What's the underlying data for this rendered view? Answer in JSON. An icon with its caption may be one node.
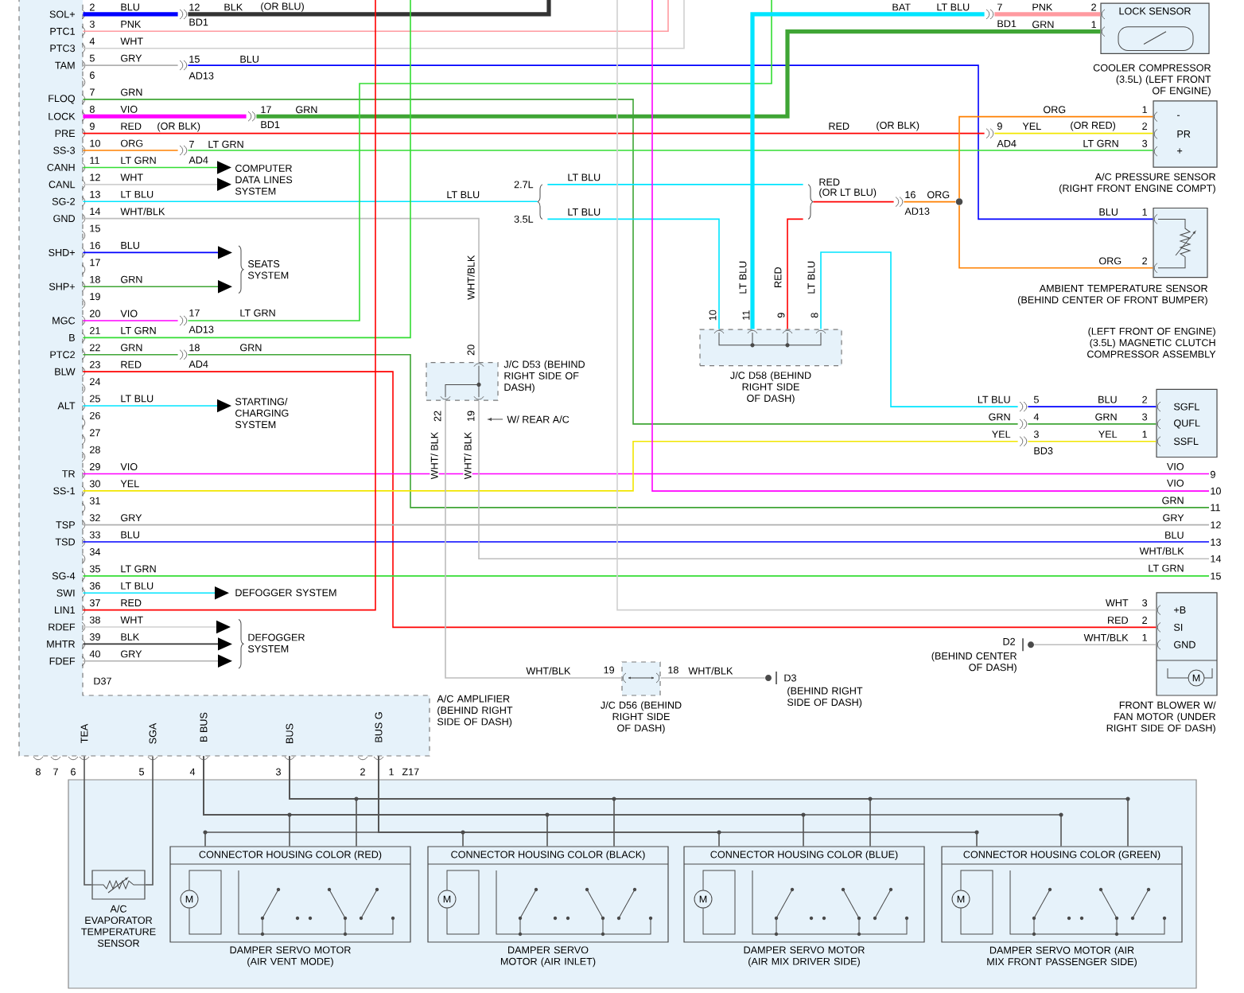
{
  "diagram": {
    "nodes": [
      {
        "text": [
          "A/C AMPLIFIER (BEHIND RIGHT SIDE OF DASH)"
        ]
      },
      {
        "text": [
          "LOCK SENSOR"
        ],
        "beside": [
          "COOLER COMPRESSOR (3.5L) (LEFT FRONT OF ENGINE)"
        ]
      },
      {
        "text": [
          "-",
          "PR",
          "+"
        ],
        "beside": [
          "A/C PRESSURE SENSOR (RIGHT FRONT ENGINE COMPT)"
        ]
      },
      {
        "text": [],
        "shape": "box",
        "beside": [
          "AMBIENT TEMPERATURE SENSOR (BEHIND CENTER OF FRONT BUMPER)"
        ]
      },
      {
        "text": [],
        "shape": "box",
        "beside": [
          "J/C D58 (BEHIND RIGHT SIDE OF DASH)"
        ]
      },
      {
        "text": [
          "SGFL",
          "QUFL",
          "SSFL"
        ],
        "beside": [
          "(LEFT FRONT OF ENGINE) (3.5L) MAGNETIC CLUTCH COMPRESSOR ASSEMBLY"
        ]
      },
      {
        "text": [],
        "shape": "box",
        "beside": [
          "J/C D53 (BEHIND RIGHT SIDE OF DASH)"
        ]
      },
      {
        "text": [],
        "shape": "box",
        "beside": [
          "J/C D56 (BEHIND RIGHT SIDE OF DASH)"
        ]
      },
      {
        "text": [
          "D2"
        ],
        "beside": [
          "(BEHIND CENTER OF DASH)"
        ]
      },
      {
        "text": [
          "D3"
        ],
        "beside": [
          "(BEHIND RIGHT SIDE OF DASH)"
        ]
      },
      {
        "text": [
          "+B",
          "SI",
          "GND",
          "M"
        ],
        "beside": [
          "FRONT BLOWER W/ FAN MOTOR (UNDER RIGHT SIDE OF DASH)"
        ]
      },
      {
        "text": [
          "COMPUTER DATA LINES SYSTEM"
        ]
      },
      {
        "text": [
          "SEATS SYSTEM"
        ]
      },
      {
        "text": [
          "STARTING/ CHARGING SYSTEM"
        ]
      },
      {
        "text": [
          "DEFOGGER SYSTEM"
        ]
      },
      {
        "text": [
          "DEFOGGER SYSTEM"
        ]
      },
      {
        "text": [],
        "shape": "box"
      },
      {
        "text": [],
        "shape": "box",
        "in": 16,
        "beside": [
          "A/C EVAPORATOR TEMPERATURE SENSOR"
        ]
      },
      {
        "text": [
          "CONNECTOR HOUSING COLOR (RED)",
          "M"
        ],
        "in": 16,
        "beside": [
          "DAMPER SERVO MOTOR (AIR VENT MODE)"
        ]
      },
      {
        "text": [
          "CONNECTOR HOUSING COLOR (BLACK)",
          "M"
        ],
        "in": 16,
        "beside": [
          "DAMPER SERVO MOTOR (AIR INLET)"
        ]
      },
      {
        "text": [
          "CONNECTOR HOUSING COLOR (BLUE)",
          "M"
        ],
        "in": 16,
        "beside": [
          "DAMPER SERVO MOTOR (AIR MIX DRIVER SIDE)"
        ]
      },
      {
        "text": [
          "CONNECTOR HOUSING COLOR (GREEN)",
          "M"
        ],
        "in": 16,
        "beside": [
          "DAMPER SERVO MOTOR (AIR MIX FRONT PASSENGER SIDE)"
        ]
      },
      {
        "text": [],
        "shape": "connector"
      },
      {
        "text": [],
        "shape": "connector"
      },
      {
        "text": [],
        "shape": "connector"
      },
      {
        "text": [],
        "shape": "connector"
      },
      {
        "text": [],
        "shape": "connector"
      },
      {
        "text": [],
        "shape": "connector"
      },
      {
        "text": [],
        "shape": "brace"
      },
      {
        "text": [],
        "shape": "brace"
      },
      {
        "text": [],
        "shape": "connector"
      },
      {
        "text": [],
        "shape": "circle"
      },
      {
        "text": [],
        "shape": "connector"
      },
      {
        "text": [],
        "shape": "connector"
      },
      {
        "text": [],
        "shape": "connector"
      },
      {
        "text": [],
        "shape": "connector"
      },
      {
        "text": [],
        "shape": "connector"
      },
      {
        "text": [
          "9"
        ]
      },
      {
        "text": [
          "10"
        ]
      },
      {
        "text": [
          "11"
        ]
      },
      {
        "text": [
          "12"
        ]
      },
      {
        "text": [
          "13"
        ]
      },
      {
        "text": [
          "14"
        ]
      },
      {
        "text": [
          "15"
        ]
      }
    ],
    "edges": [
      {
        "from": 0,
        "to": 22,
        "arrow": "none",
        "label": "BLU",
        "style": "thick",
        "color": "#0000ff"
      },
      {
        "from": 22,
        "to": null,
        "arrow": "none",
        "label": "BLK",
        "style": "thick",
        "color": "#333333"
      },
      {
        "from": 0,
        "to": null,
        "arrow": "none",
        "label": "PNK",
        "color": "#ff9aa0"
      },
      {
        "from": 0,
        "to": null,
        "arrow": "none",
        "label": "WHT",
        "color": "#d0d0d0"
      },
      {
        "from": 0,
        "to": 23,
        "arrow": "none",
        "label": "GRY",
        "color": "#b0b0b0"
      },
      {
        "from": 23,
        "to": 3,
        "arrow": "none",
        "label": "BLU",
        "color": "#0000ff"
      },
      {
        "from": 0,
        "to": 35,
        "arrow": "none",
        "label": "GRN",
        "color": "#3fa535"
      },
      {
        "from": 35,
        "to": 5,
        "arrow": "none",
        "label": "GRN",
        "color": "#3fa535"
      },
      {
        "from": 0,
        "to": 24,
        "arrow": "none",
        "label": "VIO",
        "style": "thick",
        "color": "#ff00ff"
      },
      {
        "from": 24,
        "to": 1,
        "arrow": "none",
        "label": "GRN",
        "style": "thick",
        "color": "#3fa535"
      },
      {
        "from": 0,
        "to": 33,
        "arrow": "none",
        "label": "RED",
        "color": "#ff0000"
      },
      {
        "from": 33,
        "to": 2,
        "arrow": "none",
        "label": "YEL",
        "color": "#f2e600"
      },
      {
        "from": 0,
        "to": 25,
        "arrow": "none",
        "label": "ORG",
        "color": "#ff8000"
      },
      {
        "from": 25,
        "to": 2,
        "arrow": "none",
        "label": "LT GRN",
        "color": "#33dd33"
      },
      {
        "from": 0,
        "to": 11,
        "arrow": "to",
        "label": "LT GRN",
        "color": "#33dd33"
      },
      {
        "from": 0,
        "to": 11,
        "arrow": "to",
        "label": "WHT",
        "color": "#d0d0d0"
      },
      {
        "from": 0,
        "to": 28,
        "arrow": "none",
        "label": "LT BLU",
        "color": "#00e5ff"
      },
      {
        "from": 28,
        "to": 29,
        "arrow": "none",
        "label": "LT BLU",
        "color": "#00e5ff"
      },
      {
        "from": 28,
        "to": 4,
        "arrow": "none",
        "label": "LT BLU",
        "color": "#00e5ff"
      },
      {
        "from": 4,
        "to": 29,
        "arrow": "none",
        "label": "RED",
        "color": "#ff0000"
      },
      {
        "from": 29,
        "to": 30,
        "arrow": "none",
        "label": "RED",
        "color": "#ff0000"
      },
      {
        "from": 30,
        "to": 31,
        "arrow": "none",
        "label": "ORG",
        "color": "#ff8000"
      },
      {
        "from": 31,
        "to": 2,
        "arrow": "none",
        "label": "ORG",
        "color": "#ff8000"
      },
      {
        "from": 31,
        "to": 3,
        "arrow": "none",
        "label": "ORG",
        "color": "#ff8000"
      },
      {
        "from": 0,
        "to": 6,
        "arrow": "none",
        "label": "WHT/BLK",
        "color": "#bdbdbd"
      },
      {
        "from": 0,
        "to": 12,
        "arrow": "to",
        "label": "BLU",
        "color": "#0000ff"
      },
      {
        "from": 0,
        "to": 12,
        "arrow": "to",
        "label": "GRN",
        "color": "#3fa535"
      },
      {
        "from": 0,
        "to": 26,
        "arrow": "none",
        "label": "VIO",
        "color": "#ff00ff"
      },
      {
        "from": 26,
        "to": null,
        "arrow": "none",
        "label": "LT GRN",
        "color": "#33dd33"
      },
      {
        "from": 0,
        "to": null,
        "arrow": "none",
        "label": "LT GRN",
        "color": "#33dd33"
      },
      {
        "from": 0,
        "to": 27,
        "arrow": "none",
        "label": "GRN",
        "color": "#3fa535"
      },
      {
        "from": 27,
        "to": 39,
        "arrow": "none",
        "label": "GRN",
        "color": "#3fa535"
      },
      {
        "from": 0,
        "to": 10,
        "arrow": "none",
        "label": "RED",
        "color": "#ff0000"
      },
      {
        "from": 0,
        "to": 13,
        "arrow": "to",
        "label": "LT BLU",
        "color": "#00e5ff"
      },
      {
        "from": 0,
        "to": 37,
        "arrow": "none",
        "label": "VIO",
        "color": "#ff00ff"
      },
      {
        "from": 0,
        "to": 36,
        "arrow": "none",
        "label": "YEL",
        "color": "#f2e600"
      },
      {
        "from": 36,
        "to": 5,
        "arrow": "none",
        "label": "YEL",
        "color": "#f2e600"
      },
      {
        "from": 0,
        "to": 40,
        "arrow": "none",
        "label": "GRY",
        "color": "#b0b0b0"
      },
      {
        "from": 0,
        "to": 41,
        "arrow": "none",
        "label": "BLU",
        "color": "#0000ff"
      },
      {
        "from": 0,
        "to": 43,
        "arrow": "none",
        "label": "LT GRN",
        "color": "#33dd33"
      },
      {
        "from": 0,
        "to": 14,
        "arrow": "to",
        "label": "LT BLU",
        "color": "#00e5ff"
      },
      {
        "from": 0,
        "to": null,
        "arrow": "none",
        "label": "RED",
        "color": "#ff0000"
      },
      {
        "from": 0,
        "to": 15,
        "arrow": "to",
        "label": "WHT",
        "color": "#d0d0d0"
      },
      {
        "from": 0,
        "to": 15,
        "arrow": "to",
        "label": "BLK",
        "color": "#333333"
      },
      {
        "from": 0,
        "to": 15,
        "arrow": "to",
        "label": "GRY",
        "color": "#b0b0b0"
      },
      {
        "from": 4,
        "to": 32,
        "arrow": "none",
        "label": "LT BLU",
        "style": "thick",
        "color": "#00e5ff"
      },
      {
        "from": 32,
        "to": 1,
        "arrow": "none",
        "label": "PNK",
        "style": "thick",
        "color": "#ff9aa0"
      },
      {
        "from": 4,
        "to": 34,
        "arrow": "none",
        "label": "LT BLU",
        "color": "#00e5ff"
      },
      {
        "from": 34,
        "to": 5,
        "arrow": "none",
        "label": "BLU",
        "color": "#0000ff"
      },
      {
        "from": 6,
        "to": 42,
        "arrow": "none",
        "label": "WHT/ BLK",
        "color": "#bdbdbd"
      },
      {
        "from": 6,
        "to": 7,
        "arrow": "none",
        "label": "WHT/ BLK",
        "color": "#bdbdbd"
      },
      {
        "from": 7,
        "to": 9,
        "arrow": "none",
        "label": "WHT/BLK",
        "color": "#bdbdbd"
      },
      {
        "from": null,
        "to": 10,
        "arrow": "none",
        "label": "WHT",
        "color": "#d0d0d0"
      },
      {
        "from": 10,
        "to": 8,
        "arrow": "none",
        "label": "WHT/BLK",
        "color": "#bdbdbd"
      },
      {
        "from": null,
        "to": 38,
        "arrow": "none",
        "label": "VIO",
        "color": "#ff00ff"
      },
      {
        "from": 0,
        "to": 17,
        "arrow": "none"
      },
      {
        "from": 0,
        "to": 17,
        "arrow": "none"
      },
      {
        "from": 0,
        "to": 18,
        "arrow": "none"
      },
      {
        "from": 0,
        "to": 18,
        "arrow": "none"
      },
      {
        "from": 0,
        "to": 18,
        "arrow": "none"
      },
      {
        "from": 0,
        "to": 19,
        "arrow": "none"
      },
      {
        "from": 0,
        "to": 19,
        "arrow": "none"
      },
      {
        "from": 0,
        "to": 19,
        "arrow": "none"
      },
      {
        "from": 0,
        "to": 20,
        "arrow": "none"
      },
      {
        "from": 0,
        "to": 20,
        "arrow": "none"
      },
      {
        "from": 0,
        "to": 20,
        "arrow": "none"
      },
      {
        "from": 0,
        "to": 21,
        "arrow": "none"
      },
      {
        "from": 0,
        "to": 21,
        "arrow": "none"
      },
      {
        "from": 0,
        "to": 21,
        "arrow": "none"
      }
    ],
    "labels": [
      "SOL+",
      "PTC1",
      "PTC3",
      "TAM",
      "FLOQ",
      "LOCK",
      "PRE",
      "SS-3",
      "CANH",
      "CANL",
      "SG-2",
      "GND",
      "SHD+",
      "SHP+",
      "MGC",
      "B",
      "PTC2",
      "BLW",
      "ALT",
      "TR",
      "SS-1",
      "TSP",
      "TSD",
      "SG-4",
      "SWI",
      "LIN1",
      "RDEF",
      "MHTR",
      "FDEF",
      "2",
      "3",
      "4",
      "5",
      "6",
      "7",
      "8",
      "9",
      "10",
      "11",
      "12",
      "13",
      "14",
      "15",
      "16",
      "17",
      "18",
      "19",
      "20",
      "21",
      "22",
      "23",
      "24",
      "25",
      "26",
      "27",
      "28",
      "29",
      "30",
      "31",
      "32",
      "33",
      "34",
      "35",
      "36",
      "37",
      "38",
      "39",
      "40",
      "D37",
      "TEA",
      "SGA",
      "B BUS",
      "BUS",
      "BUS G",
      "8",
      "7",
      "6",
      "5",
      "4",
      "3",
      "2",
      "1",
      "Z17",
      "12",
      "(OR BLU)",
      "BD1",
      "15",
      "AD13",
      "(OR BLK)",
      "17",
      "BD1",
      "7",
      "AD4",
      "LT BLU",
      "WHT/BLK",
      "17",
      "AD13",
      "18",
      "AD4",
      "2.7L",
      "3.5L",
      "(OR LT BLU)",
      "16",
      "AD13",
      "BAT",
      "LT BLU",
      "7",
      "2",
      "BD1",
      "GRN",
      "1",
      "1",
      "RED",
      "(OR BLK)",
      "9",
      "(OR RED)",
      "2",
      "AD4",
      "LT GRN",
      "3",
      "BLU",
      "1",
      "2",
      "10",
      "11",
      "9",
      "8",
      "20",
      "22",
      "19",
      "W/ REAR A/C",
      "LT BLU",
      "5",
      "2",
      "GRN",
      "4",
      "3",
      "YEL",
      "3",
      "1",
      "BD3",
      "VIO",
      "GRN",
      "GRY",
      "BLU",
      "WHT/BLK",
      "LT GRN",
      "3",
      "RED",
      "2",
      "1",
      "WHT/BLK",
      "19",
      "18"
    ]
  }
}
